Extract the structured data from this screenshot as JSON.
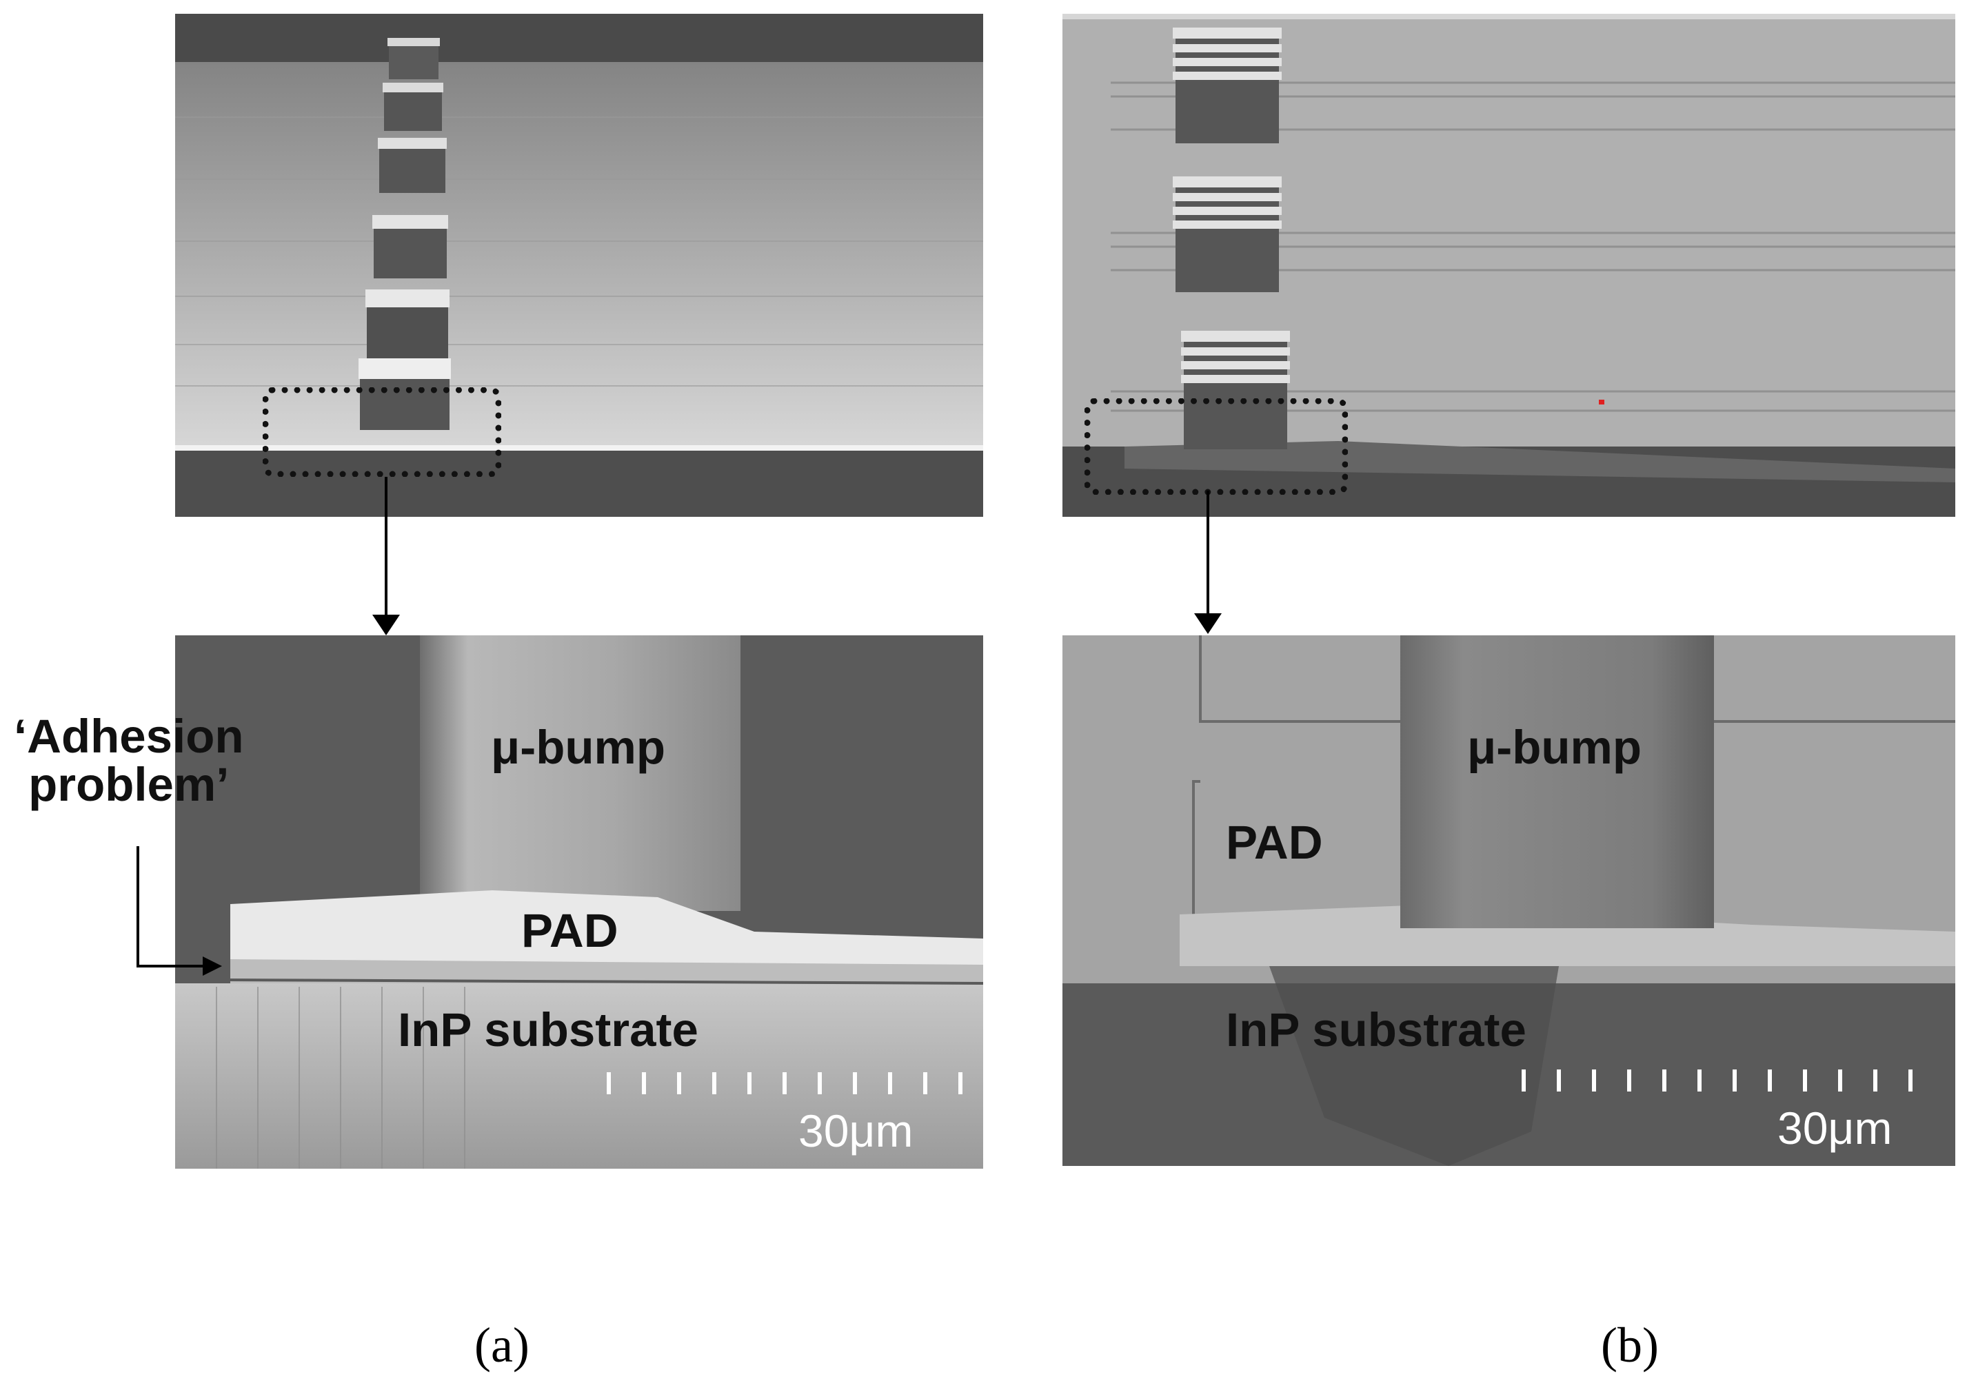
{
  "panel_a": {
    "bump_label": "μ-bump",
    "pad_label": "PAD",
    "substrate_label": "InP substrate",
    "scale_bar": "30μm",
    "annotation": "‘Adhesion\nproblem’",
    "caption": "(a)"
  },
  "panel_b": {
    "bump_label": "μ-bump",
    "pad_label": "PAD",
    "substrate_label": "InP substrate",
    "scale_bar": "30μm",
    "caption": "(b)"
  }
}
